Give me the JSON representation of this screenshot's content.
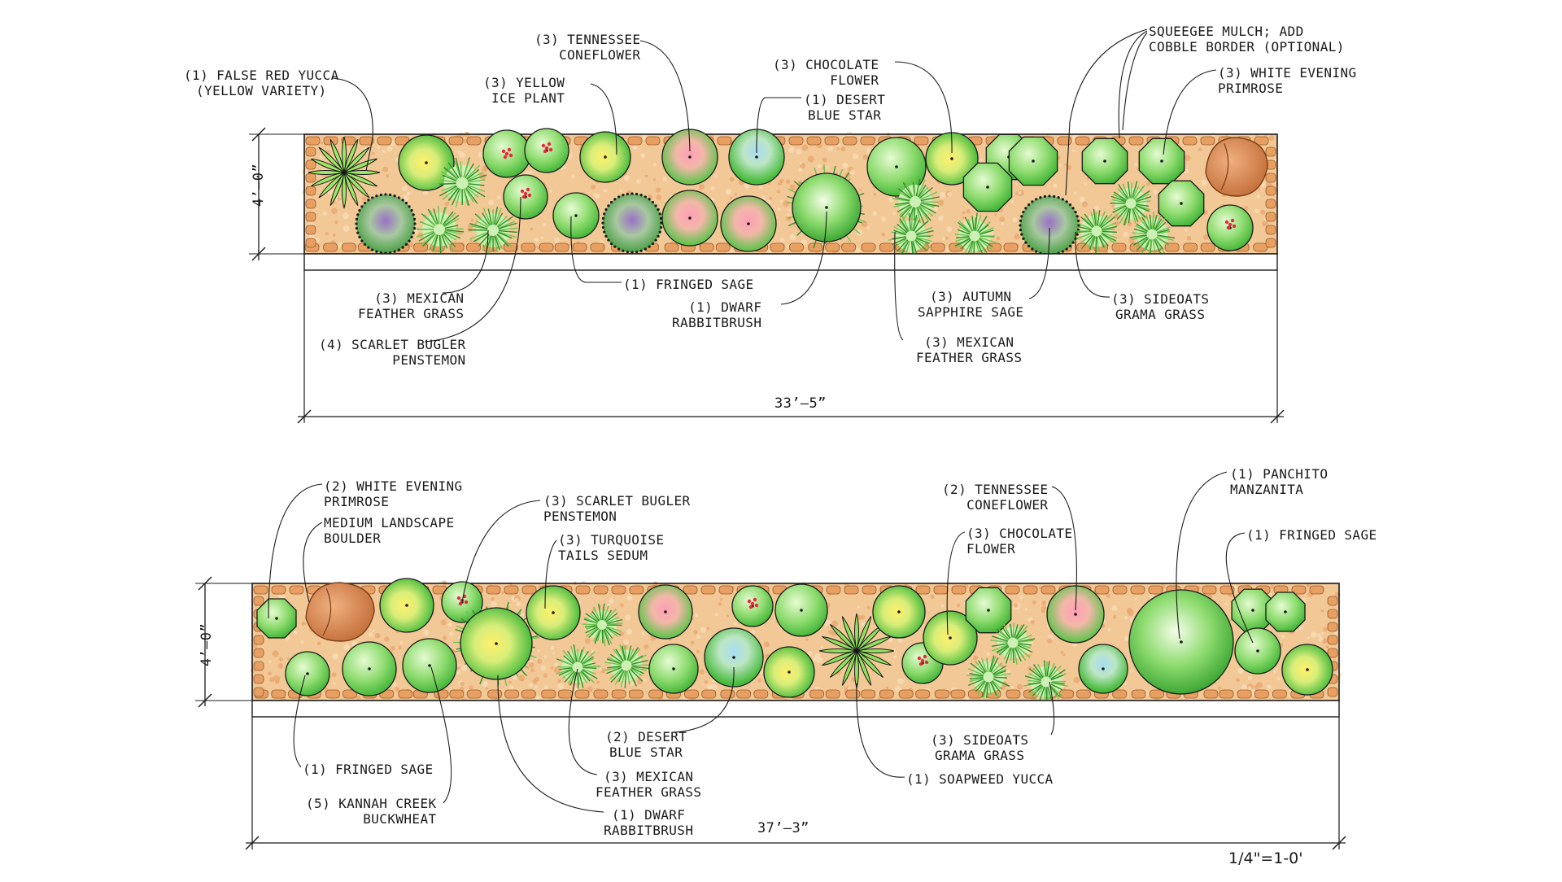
{
  "plan_top": {
    "labels": {
      "false_red_yucca": [
        "(1) FALSE RED YUCCA",
        "(YELLOW VARIETY)"
      ],
      "yellow_ice_plant": [
        "(3) YELLOW",
        "ICE PLANT"
      ],
      "tennessee_coneflower": [
        "(3) TENNESSEE",
        "CONEFLOWER"
      ],
      "chocolate_flower": [
        "(3) CHOCOLATE",
        "FLOWER"
      ],
      "desert_blue_star": [
        "(1) DESERT",
        "BLUE STAR"
      ],
      "squeegee_mulch": [
        "SQUEEGEE MULCH; ADD",
        "COBBLE BORDER (OPTIONAL)"
      ],
      "white_evening_primrose": [
        "(3) WHITE EVENING",
        "PRIMROSE"
      ],
      "mexican_feather_grass_1": [
        "(3) MEXICAN",
        "FEATHER GRASS"
      ],
      "scarlet_bugler_penstemon": [
        "(4) SCARLET BUGLER",
        "PENSTEMON"
      ],
      "fringed_sage": [
        "(1) FRINGED SAGE"
      ],
      "dwarf_rabbitbrush": [
        "(1) DWARF",
        "RABBITBRUSH"
      ],
      "autumn_sapphire_sage": [
        "(3) AUTUMN",
        "SAPPHIRE SAGE"
      ],
      "sideoats_grama_grass": [
        "(3) SIDEOATS",
        "GRAMA GRASS"
      ],
      "mexican_feather_grass_2": [
        "(3) MEXICAN",
        "FEATHER GRASS"
      ]
    },
    "dim_width": "33’–5”",
    "dim_depth": "4’–0”"
  },
  "plan_bottom": {
    "labels": {
      "white_evening_primrose": [
        "(2) WHITE EVENING",
        "PRIMROSE"
      ],
      "medium_boulder": [
        "MEDIUM LANDSCAPE",
        "BOULDER"
      ],
      "scarlet_bugler_penstemon": [
        "(3) SCARLET BUGLER",
        "PENSTEMON"
      ],
      "turquoise_tails_sedum": [
        "(3) TURQUOISE",
        "TAILS SEDUM"
      ],
      "tennessee_coneflower": [
        "(2) TENNESSEE",
        "CONEFLOWER"
      ],
      "chocolate_flower": [
        "(3) CHOCOLATE",
        "FLOWER"
      ],
      "panchito_manzanita": [
        "(1) PANCHITO",
        "MANZANITA"
      ],
      "fringed_sage_right": [
        "(1) FRINGED SAGE"
      ],
      "fringed_sage_left": [
        "(1) FRINGED SAGE"
      ],
      "kannah_creek_buckwheat": [
        "(5) KANNAH CREEK",
        "BUCKWHEAT"
      ],
      "desert_blue_star": [
        "(2) DESERT",
        "BLUE STAR"
      ],
      "mexican_feather_grass": [
        "(3) MEXICAN",
        "FEATHER GRASS"
      ],
      "dwarf_rabbitbrush": [
        "(1) DWARF",
        "RABBITBRUSH"
      ],
      "sideoats_grama_grass": [
        "(3) SIDEOATS",
        "GRAMA GRASS"
      ],
      "soapweed_yucca": [
        "(1) SOAPWEED YUCCA"
      ]
    },
    "dim_width": "37’–3”",
    "dim_depth": "4’–0”"
  },
  "scale": "1/4\"=1-0'",
  "colors": {
    "shrub_light": "#c8f0a8",
    "shrub_dark": "#4cc23c",
    "grass": "#6cc64e",
    "mulch": "#f2c896",
    "cobble": "#e8a062",
    "flower_pink": "#ff8aa8",
    "flower_yellow": "#f5e64a",
    "flower_blue": "#9ed8f0",
    "flower_purple": "#9a70c8",
    "berry_red": "#e8283a",
    "boulder": "#d5824a",
    "ink": "#1a1a1a"
  }
}
